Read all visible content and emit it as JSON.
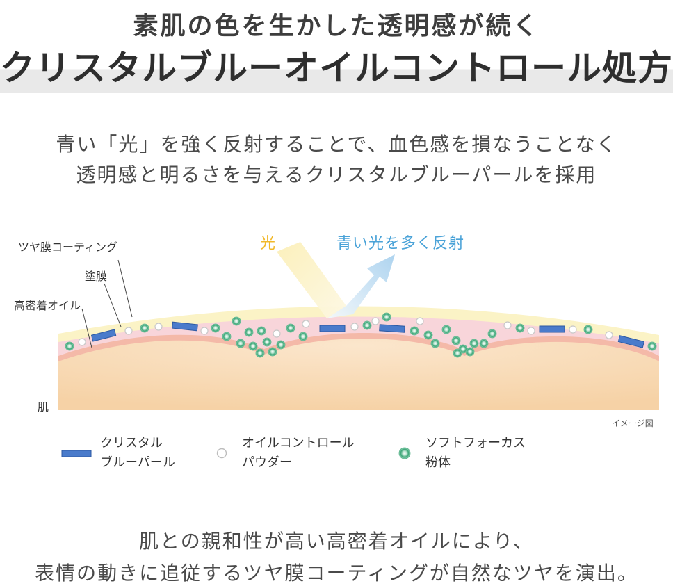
{
  "header": {
    "subtitle": "素肌の色を生かした透明感が続く",
    "title": "クリスタルブルーオイルコントロール処方"
  },
  "intro": {
    "line1": "青い「光」を強く反射することで、血色感を損なうことなく",
    "line2": "透明感と明るさを与えるクリスタルブルーパールを採用"
  },
  "diagram": {
    "light_label": "光",
    "reflect_label": "青い光を多く反射",
    "layers": {
      "gloss_coating": "ツヤ膜コーティング",
      "film": "塗膜",
      "oil": "高密着オイル",
      "skin": "肌"
    },
    "image_note": "イメージ図",
    "colors": {
      "light": "#f3c02e",
      "reflect": "#4ba3d8",
      "gloss_layer": "#fbf3c9",
      "film_layer": "#f8d7dc",
      "skin": "#f9e0c2",
      "pearl": "#3f70c2",
      "powder": "#cfcfcf",
      "focus_powder": "#2e9a6b"
    }
  },
  "legend": {
    "pearl": {
      "line1": "クリスタル",
      "line2": "ブルーパール",
      "icon": "blue-pearl-icon"
    },
    "powder": {
      "line1": "オイルコントロール",
      "line2": "パウダー",
      "icon": "white-powder-icon"
    },
    "focus": {
      "line1": "ソフトフォーカス",
      "line2": "粉体",
      "icon": "green-powder-icon"
    }
  },
  "closing": {
    "line1": "肌との親和性が高い高密着オイルにより、",
    "line2": "表情の動きに追従するツヤ膜コーティングが自然なツヤを演出。"
  }
}
